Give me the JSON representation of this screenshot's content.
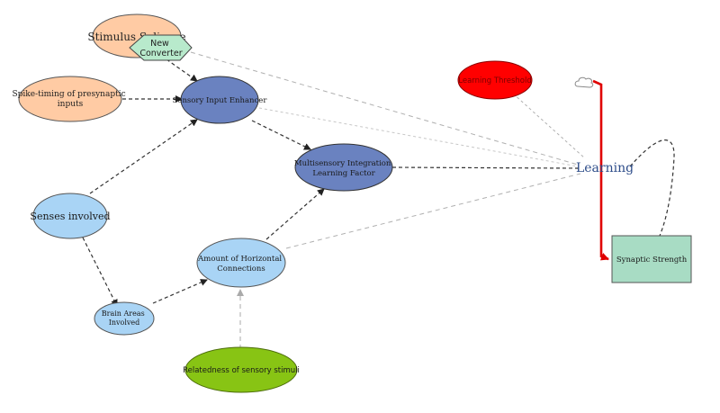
{
  "nodes": {
    "stimulus_salience": "Stimulus Salience",
    "new_converter": [
      "New",
      "Converter"
    ],
    "spike_timing": [
      "Spike-timing of presynaptic",
      "inputs"
    ],
    "sensory_input_enhancer": "Sensory Input Enhancer",
    "multisensory_integration": [
      "Multisensory Integration",
      "Learning Factor"
    ],
    "learning_threshold": "Learning Threshold",
    "learning": "Learning",
    "senses_involved": "Senses involved",
    "amount_horizontal": [
      "Amount of Horizontal",
      "Connections"
    ],
    "brain_areas": [
      "Brain Areas",
      "Involved"
    ],
    "relatedness": "Relatedness of sensory stimuli",
    "synaptic_strength": "Synaptic Strength"
  },
  "icons": {
    "cloud": "cloud-icon"
  },
  "colors": {
    "peach": "#ffcba4",
    "blue_dark": "#6a82c0",
    "light_blue": "#a9d4f5",
    "red": "#ff0000",
    "green": "#88c414",
    "mint": "#a8e0c4",
    "synaptic_fill": "#a8dcc4",
    "learning_text": "#2e4d8a",
    "arrow_dark": "#333333",
    "arrow_light": "#b0b0b0"
  }
}
